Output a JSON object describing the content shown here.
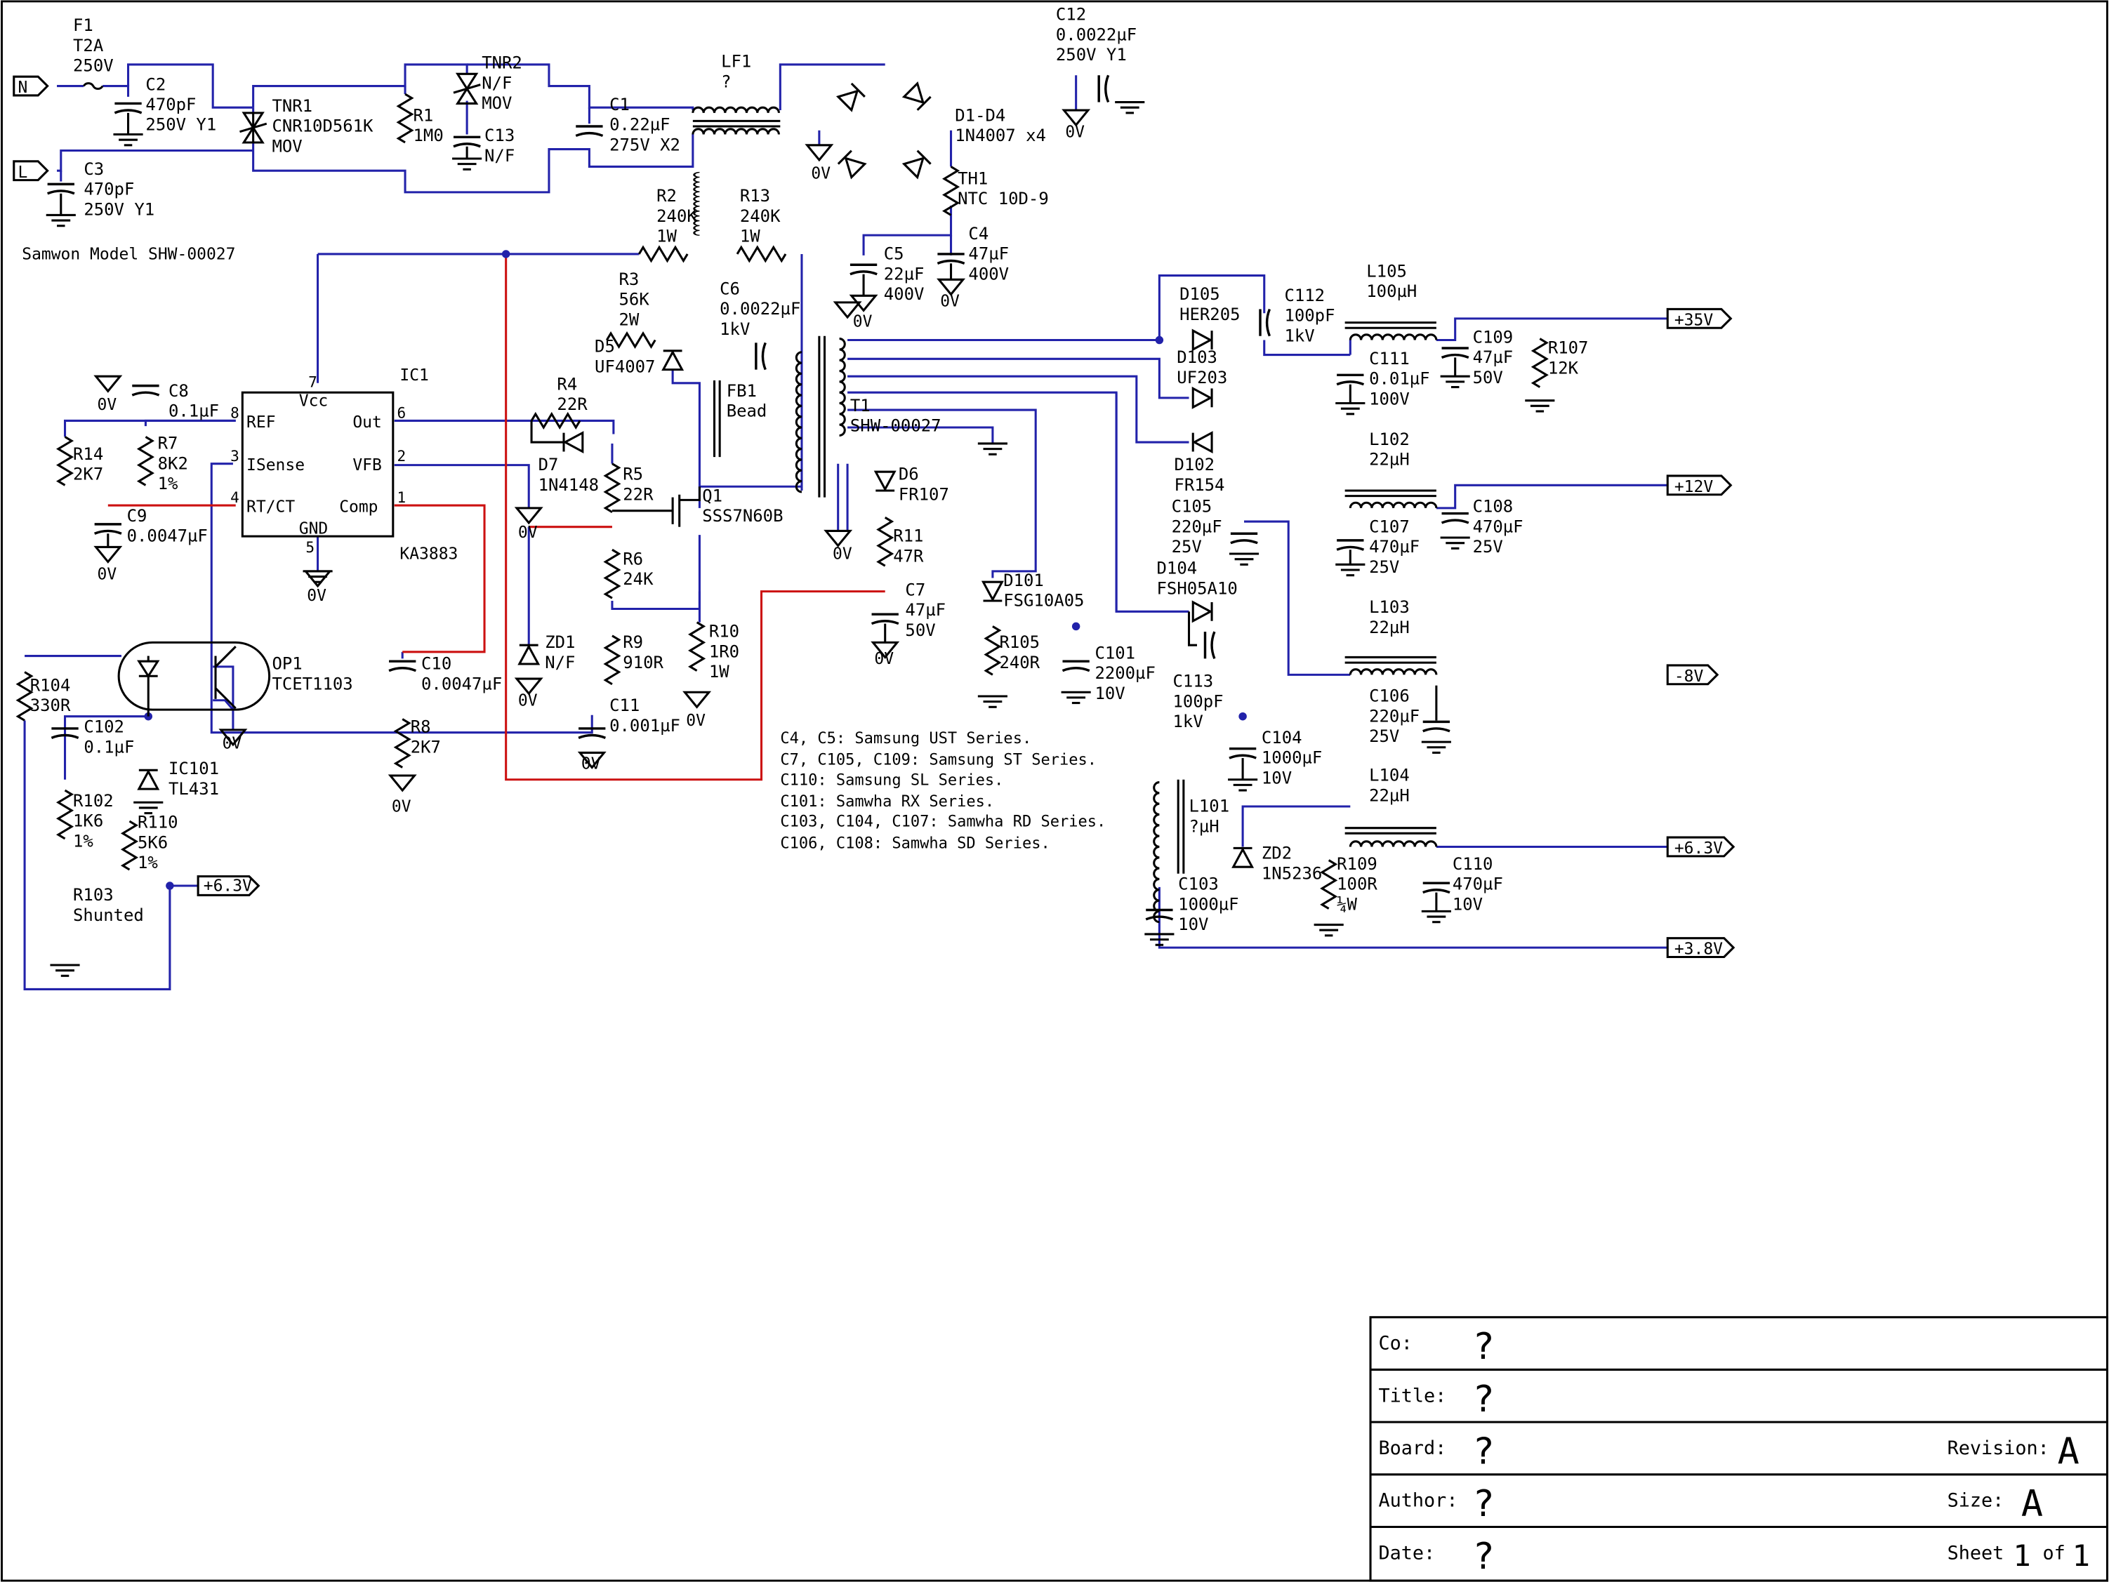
{
  "colors": {
    "wire": "#2222aa",
    "ref_wire": "#cc1111",
    "part": "#000000"
  },
  "model_label": "Samwon Model SHW-00027",
  "input": {
    "neutral": "N",
    "line": "L",
    "F1": [
      "F1",
      "T2A",
      "250V"
    ],
    "C2": [
      "C2",
      "470pF",
      "250V  Y1"
    ],
    "C3": [
      "C3",
      "470pF",
      "250V  Y1"
    ],
    "TNR1": [
      "TNR1",
      "CNR10D561K",
      "MOV"
    ],
    "R1": [
      "R1",
      "1M0"
    ],
    "TNR2": [
      "TNR2",
      "N/F",
      "MOV"
    ],
    "C13": [
      "C13",
      "N/F"
    ],
    "C1": [
      "C1",
      "0.22µF",
      "275V  X2"
    ],
    "LF1": [
      "LF1",
      "?"
    ],
    "C12": [
      "C12",
      "0.0022µF",
      "250V  Y1"
    ],
    "D1D4": [
      "D1-D4",
      "1N4007  x4"
    ],
    "TH1": [
      "TH1",
      "NTC  10D-9"
    ]
  },
  "primary": {
    "R2": [
      "R2",
      "240K",
      "1W"
    ],
    "R13": [
      "R13",
      "240K",
      "1W"
    ],
    "C5": [
      "C5",
      "22µF",
      "400V"
    ],
    "C4": [
      "C4",
      "47µF",
      "400V"
    ],
    "R3": [
      "R3",
      "56K",
      "2W"
    ],
    "C6": [
      "C6",
      "0.0022µF",
      "1kV"
    ],
    "D5": [
      "D5",
      "UF4007"
    ],
    "FB1": [
      "FB1",
      "Bead"
    ],
    "T1": [
      "T1",
      "SHW-00027"
    ],
    "IC1": [
      "IC1",
      "KA3883"
    ],
    "ic_pins": {
      "vcc": "Vcc",
      "ref": "REF",
      "out": "Out",
      "isense": "ISense",
      "vfb": "VFB",
      "rtct": "RT/CT",
      "comp": "Comp",
      "gnd": "GND"
    },
    "ic_pin_numbers": {
      "p7": "7",
      "p8": "8",
      "p6": "6",
      "p3": "3",
      "p2": "2",
      "p4": "4",
      "p1": "1",
      "p5": "5"
    },
    "C8": [
      "C8",
      "0.1µF"
    ],
    "R14": [
      "R14",
      "2K7"
    ],
    "R7": [
      "R7",
      "8K2",
      "1%"
    ],
    "C9": [
      "C9",
      "0.0047µF"
    ],
    "R4": [
      "R4",
      "22R"
    ],
    "D7": [
      "D7",
      "1N4148"
    ],
    "R5": [
      "R5",
      "22R"
    ],
    "Q1": [
      "Q1",
      "SSS7N60B"
    ],
    "R6": [
      "R6",
      "24K"
    ],
    "R9": [
      "R9",
      "910R"
    ],
    "R10": [
      "R10",
      "1R0",
      "1W"
    ],
    "ZD1": [
      "ZD1",
      "N/F"
    ],
    "C11": [
      "C11",
      "0.001µF"
    ],
    "D6": [
      "D6",
      "FR107"
    ],
    "R11": [
      "R11",
      "47R"
    ],
    "C7": [
      "C7",
      "47µF",
      "50V"
    ],
    "C10": [
      "C10",
      "0.0047µF"
    ],
    "R8": [
      "R8",
      "2K7"
    ],
    "OP1": [
      "OP1",
      "TCET1103"
    ],
    "R104": [
      "R104",
      "330R"
    ],
    "C102": [
      "C102",
      "0.1µF"
    ],
    "IC101": [
      "IC101",
      "TL431"
    ],
    "R102": [
      "R102",
      "1K6",
      "1%"
    ],
    "R110": [
      "R110",
      "5K6",
      "1%"
    ],
    "R103": [
      "R103",
      "Shunted"
    ],
    "fb_port": "+6.3V"
  },
  "ground_label": "0V",
  "secondary": {
    "D105": [
      "D105",
      "HER205"
    ],
    "C112": [
      "C112",
      "100pF",
      "1kV"
    ],
    "L105": [
      "L105",
      "100µH"
    ],
    "C111": [
      "C111",
      "0.01µF",
      "100V"
    ],
    "C109": [
      "C109",
      "47µF",
      "50V"
    ],
    "R107": [
      "R107",
      "12K"
    ],
    "D103": [
      "D103",
      "UF203"
    ],
    "L102": [
      "L102",
      "22µH"
    ],
    "D102": [
      "D102",
      "FR154"
    ],
    "C105": [
      "C105",
      "220µF",
      "25V"
    ],
    "C107": [
      "C107",
      "470µF",
      "25V"
    ],
    "C108": [
      "C108",
      "470µF",
      "25V"
    ],
    "D104": [
      "D104",
      "FSH05A10"
    ],
    "C113": [
      "C113",
      "100pF",
      "1kV"
    ],
    "L103": [
      "L103",
      "22µH"
    ],
    "C106": [
      "C106",
      "220µF",
      "25V"
    ],
    "D101": [
      "D101",
      "FSG10A05"
    ],
    "R105": [
      "R105",
      "240R"
    ],
    "C101": [
      "C101",
      "2200µF",
      "10V"
    ],
    "C104": [
      "C104",
      "1000µF",
      "10V"
    ],
    "L104": [
      "L104",
      "22µH"
    ],
    "C110": [
      "C110",
      "470µF",
      "10V"
    ],
    "L101": [
      "L101",
      "?µH"
    ],
    "C103": [
      "C103",
      "1000µF",
      "10V"
    ],
    "ZD2": [
      "ZD2",
      "1N5236"
    ],
    "R109": [
      "R109",
      "100R",
      "¼W"
    ]
  },
  "outputs": [
    "+35V",
    "+12V",
    "-8V",
    "+6.3V",
    "+3.8V"
  ],
  "notes": [
    "C4, C5: Samsung UST Series.",
    "C7, C105, C109: Samsung ST Series.",
    "C110: Samsung SL Series.",
    "C101: Samwha RX Series.",
    "C103, C104, C107: Samwha RD Series.",
    "C106, C108: Samwha SD Series."
  ],
  "title_block": {
    "co_label": "Co:",
    "co": "?",
    "title_label": "Title:",
    "title": "?",
    "board_label": "Board:",
    "board": "?",
    "revision_label": "Revision:",
    "revision": "A",
    "author_label": "Author:",
    "author": "?",
    "size_label": "Size:",
    "size": "A",
    "date_label": "Date:",
    "date": "?",
    "sheet_label": "Sheet",
    "sheet": "1",
    "of_label": "of",
    "sheets": "1"
  }
}
